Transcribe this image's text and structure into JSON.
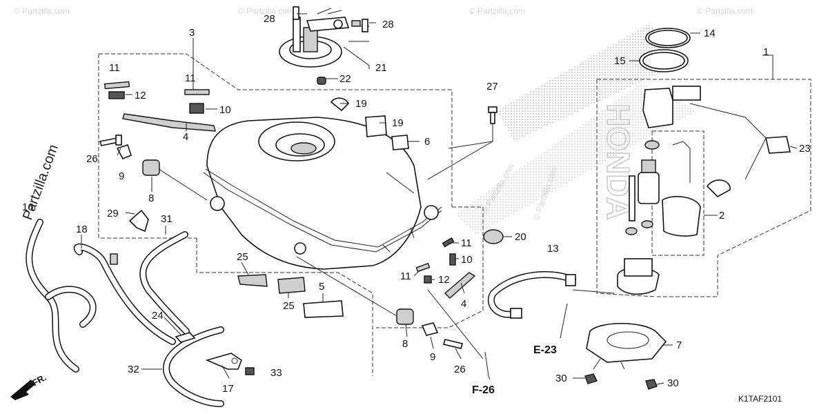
{
  "diagram": {
    "code": "K1TAF2101",
    "watermark": "© Partzilla.com",
    "side_watermark": "Partzilla.com",
    "brand_watermark": "HONDA",
    "front_marker": "FR.",
    "refs": [
      "E-23",
      "F-26"
    ],
    "callouts": [
      "1",
      "2",
      "3",
      "4",
      "4",
      "5",
      "6",
      "7",
      "8",
      "8",
      "9",
      "9",
      "10",
      "10",
      "11",
      "11",
      "11",
      "11",
      "12",
      "12",
      "13",
      "14",
      "15",
      "16",
      "17",
      "18",
      "19",
      "19",
      "20",
      "21",
      "22",
      "23",
      "24",
      "25",
      "25",
      "26",
      "26",
      "27",
      "28",
      "28",
      "29",
      "30",
      "30",
      "31",
      "32",
      "33"
    ]
  }
}
